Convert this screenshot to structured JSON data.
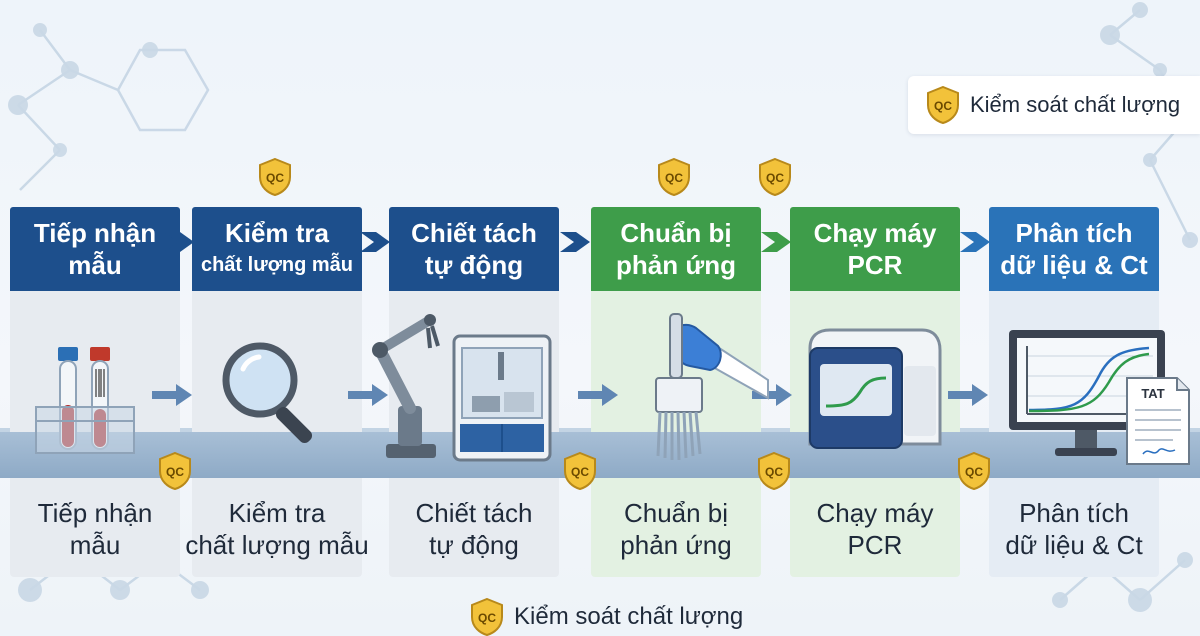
{
  "legend": {
    "qc_badge_text": "QC",
    "label": "Kiểm soát chất lượng"
  },
  "footer_legend": {
    "qc_badge_text": "QC",
    "label": "Kiểm soát chất lượng"
  },
  "stages": [
    {
      "header_line1": "Tiếp nhận",
      "header_line2": "mẫu",
      "caption_line1": "Tiếp nhận",
      "caption_line2": "mẫu",
      "icon": "sample-tubes-icon"
    },
    {
      "header_line1": "Kiểm tra",
      "header_line2": "chất lượng mẫu",
      "caption_line1": "Kiểm tra",
      "caption_line2": "chất lượng mẫu",
      "icon": "magnifier-icon"
    },
    {
      "header_line1": "Chiết tách",
      "header_line2": "tự động",
      "caption_line1": "Chiết tách",
      "caption_line2": "tự động",
      "icon": "robot-extractor-icon"
    },
    {
      "header_line1": "Chuẩn bị",
      "header_line2": "phản ứng",
      "caption_line1": "Chuẩn bị",
      "caption_line2": "phản ứng",
      "icon": "multichannel-pipette-icon"
    },
    {
      "header_line1": "Chạy máy",
      "header_line2": "PCR",
      "caption_line1": "Chạy máy",
      "caption_line2": "PCR",
      "icon": "pcr-machine-icon"
    },
    {
      "header_line1": "Phân tích",
      "header_line2": "dữ liệu & Ct",
      "caption_line1": "Phân tích",
      "caption_line2": "dữ liệu & Ct",
      "icon": "data-analysis-monitor-icon"
    }
  ],
  "report_label": "TAT",
  "colors": {
    "header_dark_blue": "#1d4f8c",
    "header_green": "#3e9d4a",
    "header_light_blue": "#2a73b8",
    "qc_gold": "#f2c23a",
    "arrow": "#5f86b3"
  }
}
